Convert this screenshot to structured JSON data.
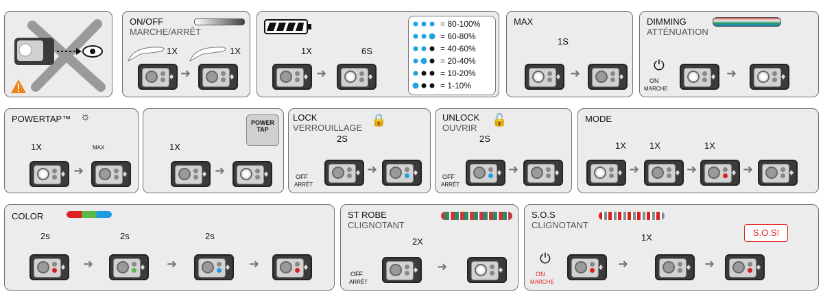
{
  "panels": {
    "warning": {},
    "onoff": {
      "title": "ON/OFF",
      "subtitle": "MARCHE/ARRÊT",
      "tap1": "1X",
      "tap2": "1X"
    },
    "battery": {
      "tap": "1X",
      "timer": "6S",
      "legend": [
        "= 80-100%",
        "= 60-80%",
        "= 40-60%",
        "= 20-40%",
        "= 10-20%",
        "= 1-10%"
      ]
    },
    "max": {
      "title": "MAX",
      "timer": "1S"
    },
    "dimming": {
      "title": "DIMMING",
      "subtitle": "ATTÉNUATION",
      "on": "ON",
      "on_sub": "MARCHE"
    },
    "powertap": {
      "title": "POWERTAP™",
      "tap1": "1X",
      "max": "MAX",
      "tap2": "1X",
      "badge1": "POWER",
      "badge2": "TAP"
    },
    "lock": {
      "title": "LOCK",
      "subtitle": "VERROUILLAGE",
      "timer": "2S",
      "off": "OFF",
      "off_sub": "ARRÊT"
    },
    "unlock": {
      "title": "UNLOCK",
      "subtitle": "OUVRIR",
      "timer": "2S",
      "off": "OFF",
      "off_sub": "ARRÊT"
    },
    "mode": {
      "title": "MODE",
      "tap1": "1X",
      "tap2": "1X",
      "tap3": "1X"
    },
    "color": {
      "title": "COLOR",
      "t1": "2s",
      "t2": "2s",
      "t3": "2s"
    },
    "strobe": {
      "title": "ST ROBE",
      "subtitle": "CLIGNOTANT",
      "tap": "2X",
      "off": "OFF",
      "off_sub": "ARRÊT"
    },
    "sos": {
      "title": "S.O.S",
      "subtitle": "CLIGNOTANT",
      "tap": "1X",
      "on": "ON",
      "on_sub": "MARCHE",
      "bubble": "S.O.S!"
    }
  },
  "colors": {
    "accent_blue": "#1fa3e0",
    "warning": "#f0821e",
    "sos_red": "#e02020",
    "red_led": "#d81e1e",
    "green_led": "#5ab84a",
    "blue_led": "#1c9be0"
  }
}
